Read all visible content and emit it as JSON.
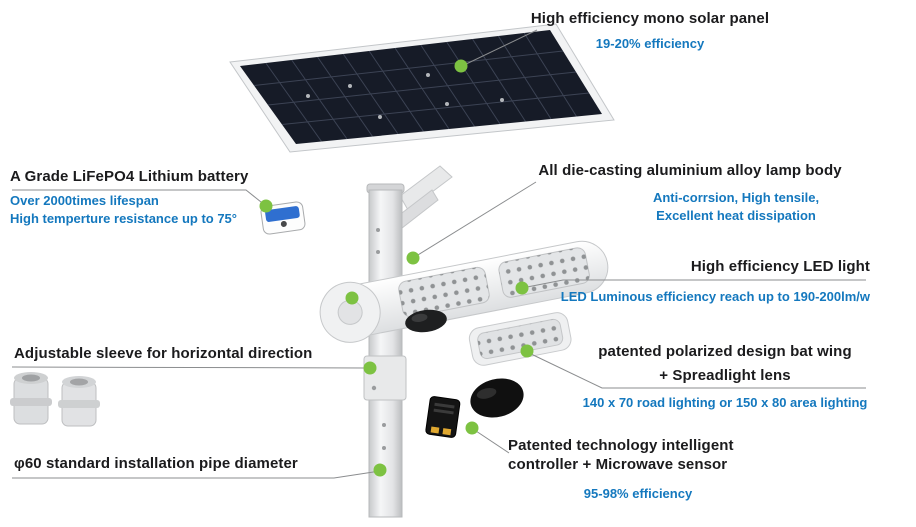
{
  "colors": {
    "title": "#1b1b1d",
    "accent": "#1478be",
    "dot": "#7dc242"
  },
  "annotations": {
    "solar_panel": {
      "title": "High efficiency mono solar panel",
      "detail": "19-20% efficiency"
    },
    "battery": {
      "title": "A Grade LiFePO4 Lithium battery",
      "detail_line1": "Over 2000times lifespan",
      "detail_line2": "High temperture resistance up to 75°"
    },
    "lamp_body": {
      "title": "All die-casting aluminium alloy lamp body",
      "detail_line1": "Anti-corrsion, High tensile,",
      "detail_line2": "Excellent heat dissipation"
    },
    "led_light": {
      "title": "High efficiency LED light",
      "detail": "LED Luminous efficiency reach up to 190-200lm/w"
    },
    "lens": {
      "title_line1": "patented polarized design bat wing",
      "title_line2": "+ Spreadlight lens",
      "detail": "140 x 70 road lighting or 150 x 80 area lighting"
    },
    "sleeve": {
      "title": "Adjustable sleeve for horizontal direction"
    },
    "pipe": {
      "title": "φ60 standard installation pipe diameter"
    },
    "controller": {
      "title_line1": "Patented technology intelligent",
      "title_line2": "controller + Microwave sensor",
      "detail": "95-98% efficiency"
    }
  }
}
